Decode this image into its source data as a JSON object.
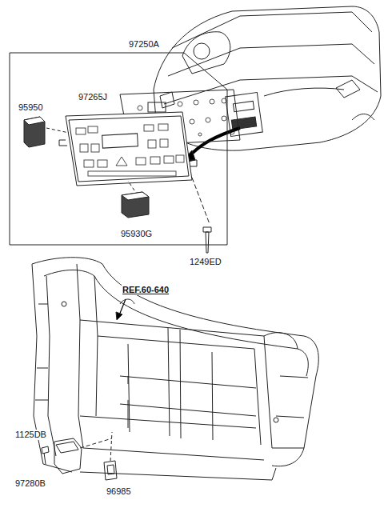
{
  "diagram": {
    "labels": [
      "97250A",
      "97265J",
      "95950",
      "95930G",
      "1249ED",
      "REF.60-640",
      "1125DB",
      "97280B",
      "96985"
    ]
  }
}
